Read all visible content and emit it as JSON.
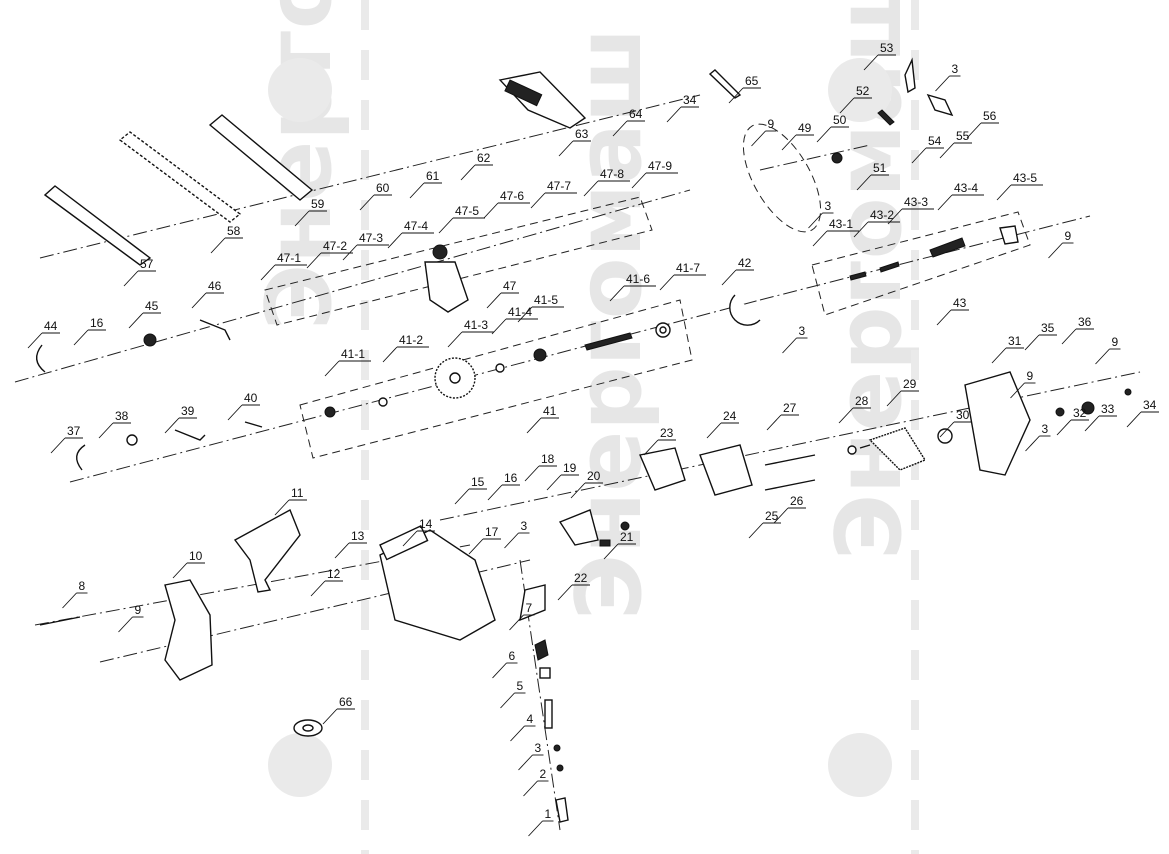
{
  "title": "Exploded parts diagram - electric chainsaw",
  "watermark": "Энергомаш ГАРАНТ",
  "labels": [
    "65",
    "64",
    "34",
    "63",
    "62",
    "61",
    "60",
    "59",
    "58",
    "57",
    "53",
    "3",
    "56",
    "55",
    "54",
    "52",
    "50",
    "49",
    "51",
    "9",
    "47-9",
    "47-8",
    "47-7",
    "47-6",
    "47-5",
    "47-4",
    "47-3",
    "47-2",
    "47-1",
    "47",
    "46",
    "45",
    "44",
    "16",
    "41-7",
    "41-6",
    "41-5",
    "41-4",
    "41-3",
    "41-2",
    "41-1",
    "41",
    "42",
    "43-5",
    "43-4",
    "43-3",
    "43-2",
    "43-1",
    "3",
    "43",
    "9",
    "3",
    "35",
    "36",
    "9",
    "31",
    "9",
    "3",
    "32",
    "33",
    "34",
    "29",
    "30",
    "28",
    "27",
    "26",
    "25",
    "24",
    "23",
    "37",
    "38",
    "39",
    "40",
    "18",
    "19",
    "20",
    "16",
    "15",
    "17",
    "3",
    "21",
    "22",
    "11",
    "10",
    "13",
    "12",
    "14",
    "8",
    "9",
    "7",
    "6",
    "5",
    "4",
    "3",
    "2",
    "1",
    "66"
  ]
}
